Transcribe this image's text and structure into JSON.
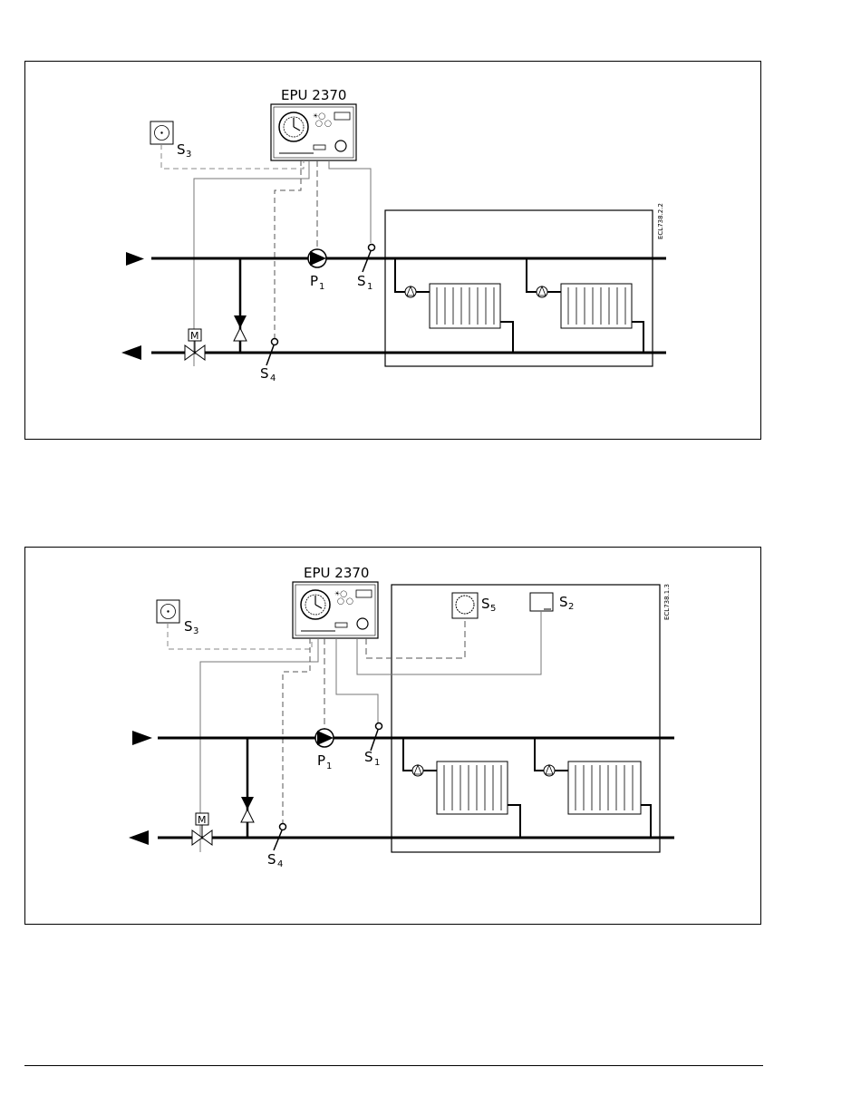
{
  "diagrams": [
    {
      "controller_label": "EPU 2370",
      "reference_code": "ECL738.2.2",
      "sensors": [
        {
          "name": "S",
          "sub": "1"
        },
        {
          "name": "S",
          "sub": "3"
        },
        {
          "name": "S",
          "sub": "4"
        }
      ],
      "pump": {
        "name": "P",
        "sub": "1"
      },
      "actuator_label": "M"
    },
    {
      "controller_label": "EPU 2370",
      "reference_code": "ECL738.1.3",
      "sensors": [
        {
          "name": "S",
          "sub": "1"
        },
        {
          "name": "S",
          "sub": "2"
        },
        {
          "name": "S",
          "sub": "3"
        },
        {
          "name": "S",
          "sub": "4"
        },
        {
          "name": "S",
          "sub": "5"
        }
      ],
      "pump": {
        "name": "P",
        "sub": "1"
      },
      "actuator_label": "M"
    }
  ]
}
